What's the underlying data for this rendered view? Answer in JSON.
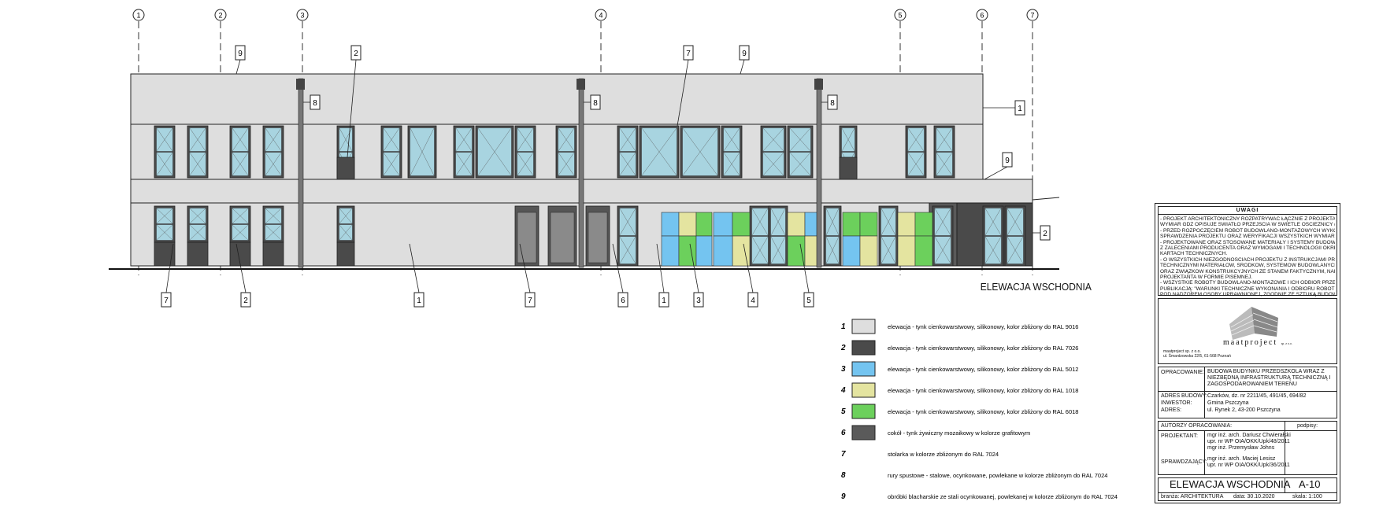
{
  "grid_axes": [
    "1",
    "2",
    "3",
    "4",
    "5",
    "6",
    "7"
  ],
  "elevation_title": "ELEWACJA WSCHODNIA",
  "callout_labels": {
    "top": [
      "9",
      "2",
      "8",
      "8",
      "7",
      "9",
      "8",
      "1",
      "9",
      "2"
    ],
    "bottom": [
      "7",
      "2",
      "1",
      "7",
      "6",
      "1",
      "3",
      "4",
      "5"
    ]
  },
  "legend": [
    {
      "num": "1",
      "swatch": "#dedede",
      "text": "elewacja - tynk cienkowarstwowy, silikonowy, kolor zbliżony do RAL 9016"
    },
    {
      "num": "2",
      "swatch": "#4a4a4a",
      "text": "elewacja - tynk cienkowarstwowy, silikonowy, kolor zbliżony do RAL 7026"
    },
    {
      "num": "3",
      "swatch": "#74c4f0",
      "text": "elewacja - tynk cienkowarstwowy, silikonowy, kolor zbliżony do RAL 5012"
    },
    {
      "num": "4",
      "swatch": "#e4e4a0",
      "text": "elewacja - tynk cienkowarstwowy, silikonowy, kolor zbliżony do RAL 1018"
    },
    {
      "num": "5",
      "swatch": "#6cd05c",
      "text": "elewacja - tynk cienkowarstwowy, silikonowy, kolor zbliżony do RAL 6018"
    },
    {
      "num": "6",
      "swatch": "#5a5a5a",
      "text": "cokół - tynk żywiczny mozaikowy w kolorze grafitowym"
    },
    {
      "num": "7",
      "swatch": "",
      "text": "stolarka w kolorze zbliżonym do RAL 7024"
    },
    {
      "num": "8",
      "swatch": "",
      "text": "rury spustowe - stalowe, ocynkowane, powlekane w kolorze zbliżonym do RAL 7024"
    },
    {
      "num": "9",
      "swatch": "",
      "text": "obróbki blacharskie ze stali ocynkowanej, powlekanej w kolorze zbliżonym do RAL 7024"
    }
  ],
  "title_block": {
    "uwagi_title": "UWAGI",
    "uwagi_lines": [
      "- PROJEKT ARCHITEKTONICZNY ROZPATRYWAĆ ŁĄCZNIE Z PROJEKTAMI BRANŻOWYMI",
      "  WYMIAR GDZ OPISUJE ŚWIATŁO PRZEJŚCIA W ŚWIETLE OŚCIEŻNICY (WYMIAR PRZEJŚCIA)",
      "- PRZED ROZPOCZĘCIEM ROBÓT BUDOWLANO-MONTAŻOWYCH WYKONAWCA ZOBOWIĄZANY JEST DO",
      "  SPRAWDZENIA PROJEKTU ORAZ WERYFIKACJI WSZYSTKICH WYMIARÓW NA BUDOWIE.",
      "- PROJEKTOWANE ORAZ STOSOWANE MATERIAŁY I SYSTEMY BUDOWLANE UŻYWAĆ ŚCIŚLE",
      "  Z ZALECENIAMI PRODUCENTA ORAZ WYMOGAMI I TECHNOLOGII OKREŚLONEJ W ICH",
      "  KARTACH TECHNICZNYCH.",
      "- O WSZYSTKICH NIEZGODNOŚCIACH PROJEKTU Z INSTRUKCJAMI PRODUCENTÓW, KARTAMI",
      "  TECHNICZNYMI MATERIAŁÓW, ŚRODKÓW, SYSTEMÓW BUDOWLANYCH I ZASTOSOWANYCH URZĄDZEŃ",
      "  ORAZ ZWIĄZKÓW KONSTRUKCYJNYCH ZE STANEM FAKTYCZNYM, NALEŻY NIEZWŁOCZNIE POWIADOMIĆ",
      "  PROJEKTANTA W FORMIE PISEMNEJ.",
      "- WSZYSTKIE ROBOTY BUDOWLANO-MONTAŻOWE I ICH ODBIÓR PRZEPROWADZIĆ ZGODNIE Z",
      "  PUBLIKACJĄ: \"WARUNKI TECHNICZNE WYKONANIA I ODBIORU ROBÓT BUDOWLANO-MONTAŻOWYCH\"",
      "  POD NADZOREM OSOBY UPRAWNIONEJ, ZGODNIE ZE SZTUKĄ BUDOWLANĄ, PRZEPISAMI BHP I PPOŻ."
    ],
    "logo_text": "maatproject",
    "logo_small": "sp. z o.o.",
    "company_address_1": "maatproject sp. z o.o.",
    "company_address_2": "ul. Śmardzowska 22/5, 61-568 Poznań",
    "opracowanie_label": "OPRACOWANIE:",
    "opracowanie_text": "BUDOWA BUDYNKU PRZEDSZKOLA WRAZ Z NIEZBĘDNĄ INFRASTRUKTURĄ TECHNICZNĄ I ZAGOSPODAROWANIEM TERENU",
    "adres_label": "ADRES BUDOWY:",
    "adres_value": "Czarków, dz. nr 2211/45, 491/45, 694/82",
    "inwestor_label": "INWESTOR:",
    "inwestor_value": "Gmina Pszczyna",
    "adres2_label": "ADRES:",
    "adres2_value": "ul. Rynek 2, 43-200 Pszczyna",
    "autorzy_label": "AUTORZY OPRACOWANIA:",
    "podpisy_label": "podpisy:",
    "projektant_label": "PROJEKTANT:",
    "projektant_lines": [
      "mgr inż. arch. Dariusz Chwierałski",
      "upr. nr WP OIA/OKK/Upk/48/2011",
      "mgr inż. Przemysław Johns"
    ],
    "sprawdzajacy_label": "SPRAWDZAJĄCY:",
    "sprawdzajacy_lines": [
      "mgr inż. arch. Maciej Lesisz",
      "upr. nr WP OIA/OKK/Upk/36/2011"
    ],
    "sheet_title": "ELEWACJA WSCHODNIA",
    "sheet_no": "A-10",
    "branza_label": "branża:",
    "branza_value": "ARCHITEKTURA",
    "data_label": "data:",
    "data_value": "30.10.2020",
    "skala_label": "skala:",
    "skala_value": "1:100"
  },
  "colors": {
    "wall_light": "#dedede",
    "wall_dark": "#4a4a4a",
    "glass": "#a8d4e0",
    "blue": "#74c4f0",
    "yellow": "#e4e4a0",
    "green": "#6cd05c"
  }
}
